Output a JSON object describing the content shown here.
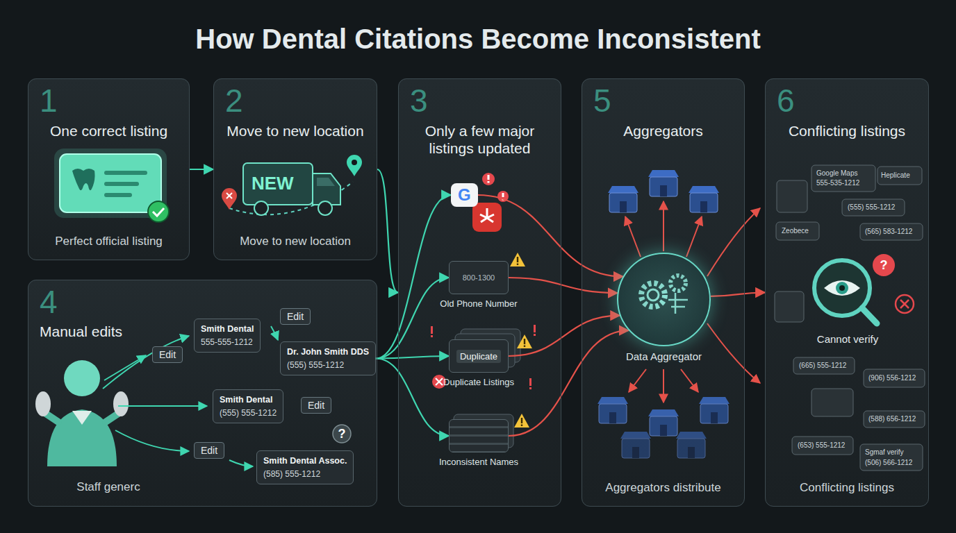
{
  "diagram": {
    "title": "How Dental Citations Become Inconsistent",
    "nodes": [
      {
        "text": [
          "1",
          "One correct listing",
          "Perfect official listing"
        ]
      },
      {
        "text": [
          "2",
          "Move to new location",
          "Move to new location"
        ]
      },
      {
        "text": [
          "3",
          "Only a few major listings updated"
        ]
      },
      {
        "text": [
          "G"
        ],
        "in": 2
      },
      {
        "text": [
          "800-1300",
          "Old Phone Number"
        ],
        "in": 2
      },
      {
        "text": [
          "Duplicate",
          "Duplicate Listings"
        ],
        "in": 2
      },
      {
        "text": [
          "Inconsistent Names"
        ],
        "in": 2
      },
      {
        "text": [
          "4",
          "Manual edits",
          "Staff generc"
        ]
      },
      {
        "text": [
          "Edit"
        ],
        "in": 7
      },
      {
        "text": [
          "Smith Dental",
          "555-555-1212"
        ],
        "in": 7
      },
      {
        "text": [
          "Edit"
        ],
        "in": 7
      },
      {
        "text": [
          "Dr. John Smith DDS",
          "(555) 555-1212"
        ],
        "in": 7
      },
      {
        "text": [
          "Smith Dental",
          "(555) 555-1212"
        ],
        "in": 7
      },
      {
        "text": [
          "Edit"
        ],
        "in": 7
      },
      {
        "text": [
          "Edit"
        ],
        "in": 7
      },
      {
        "text": [
          "Smith Dental Assoc.",
          "(585) 555-1212"
        ],
        "in": 7
      },
      {
        "text": [
          "5",
          "Aggregators",
          "Aggregators distribute"
        ]
      },
      {
        "text": [
          "Data Aggregator"
        ],
        "in": 16
      },
      {
        "text": [
          "6",
          "Conflicting listings",
          "Cannot verify",
          "Conflicting listings"
        ]
      }
    ],
    "edges": [
      {
        "from": 0,
        "to": 1,
        "arrow": "to"
      },
      {
        "from": 1,
        "to": 2,
        "arrow": "to"
      },
      {
        "from": 11,
        "to": 3,
        "arrow": "to"
      },
      {
        "from": 11,
        "to": 4,
        "arrow": "to"
      },
      {
        "from": 11,
        "to": 5,
        "arrow": "to"
      },
      {
        "from": 11,
        "to": 6,
        "arrow": "to"
      },
      {
        "from": 3,
        "to": 17,
        "arrow": "to"
      },
      {
        "from": 4,
        "to": 17,
        "arrow": "to"
      },
      {
        "from": 5,
        "to": 17,
        "arrow": "to"
      },
      {
        "from": 6,
        "to": 17,
        "arrow": "to"
      },
      {
        "from": 17,
        "to": 18,
        "arrow": "to"
      }
    ],
    "labels": [
      "NEW",
      "?",
      "Google Maps",
      "555-535-1212",
      "Heplicate",
      "(555) 555-1212",
      "(565) 583-1212",
      "Zeobece",
      "(665) 555-1212",
      "(906) 556-1212",
      "(588) 656-1212",
      "(653) 555-1212",
      "Sgmaf verify",
      "(506) 566-1212",
      "?"
    ]
  }
}
